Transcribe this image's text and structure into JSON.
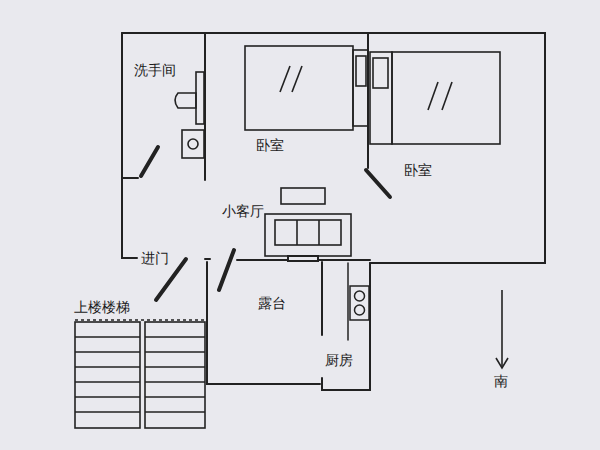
{
  "diagram": {
    "labels": [
      "洗手间",
      "卧室",
      "卧室",
      "小客厅",
      "进门",
      "上楼楼梯",
      "露台",
      "厨房",
      "南"
    ]
  }
}
